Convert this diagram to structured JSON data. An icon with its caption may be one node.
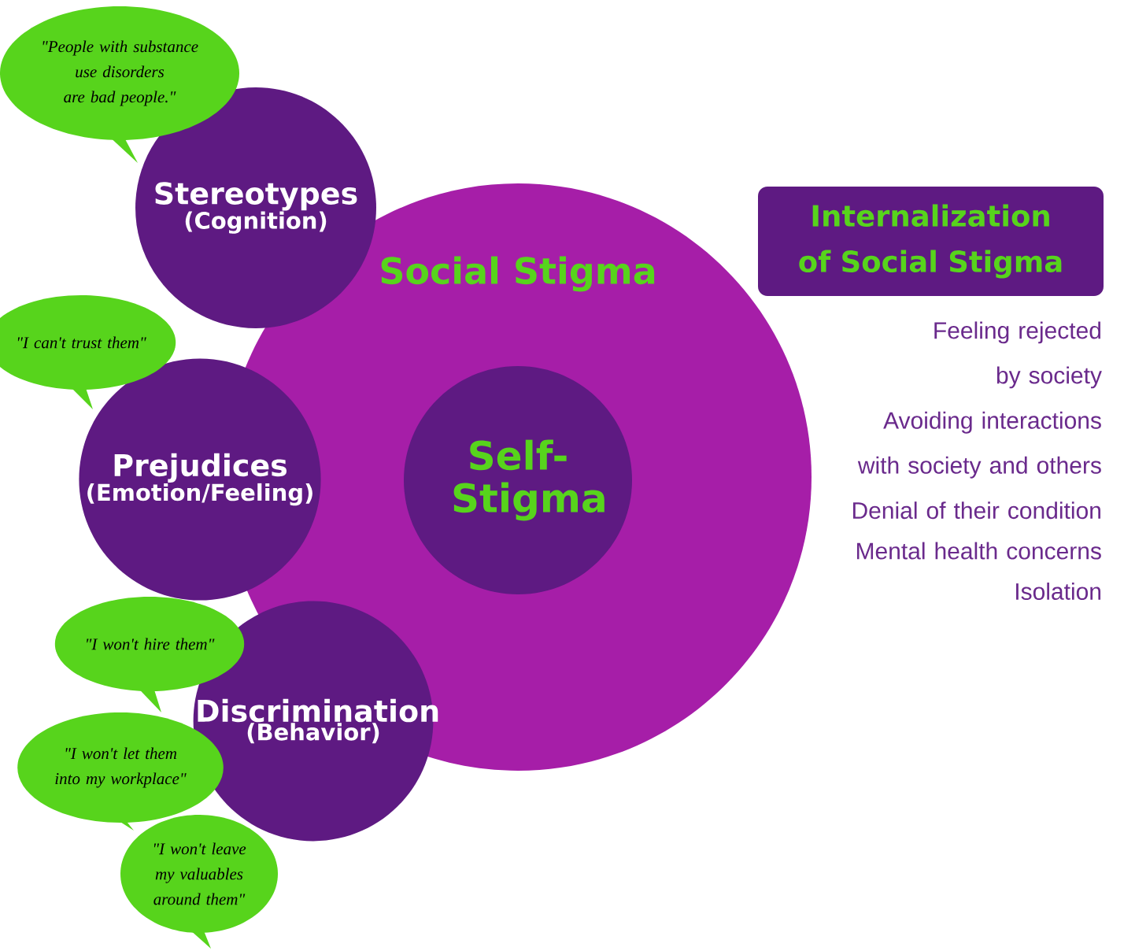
{
  "diagram": {
    "nodes": [
      {
        "text": [
          "Social Stigma"
        ]
      },
      {
        "text": [
          "Self-Stigma"
        ],
        "in": 0
      },
      {
        "text": [
          "Stereotypes",
          "(Cognition)"
        ]
      },
      {
        "text": [
          "Prejudices",
          "(Emotion/Feeling)"
        ]
      },
      {
        "text": [
          "Discrimination",
          "(Behavior)"
        ]
      },
      {
        "text": [
          "\"People with substance use disorders are bad people.\""
        ]
      },
      {
        "text": [
          "\"I can't trust them\""
        ]
      },
      {
        "text": [
          "\"I won't hire them\""
        ]
      },
      {
        "text": [
          "\"I won't let them into my workplace\""
        ]
      },
      {
        "text": [
          "\"I won't leave my valuables around them\""
        ]
      },
      {
        "text": [
          "Internalization of Social Stigma"
        ],
        "beside": [
          "Feeling rejected by society",
          "Avoiding interactions with society and others",
          "Denial of their condition",
          "Mental health concerns",
          "Isolation"
        ]
      }
    ]
  }
}
